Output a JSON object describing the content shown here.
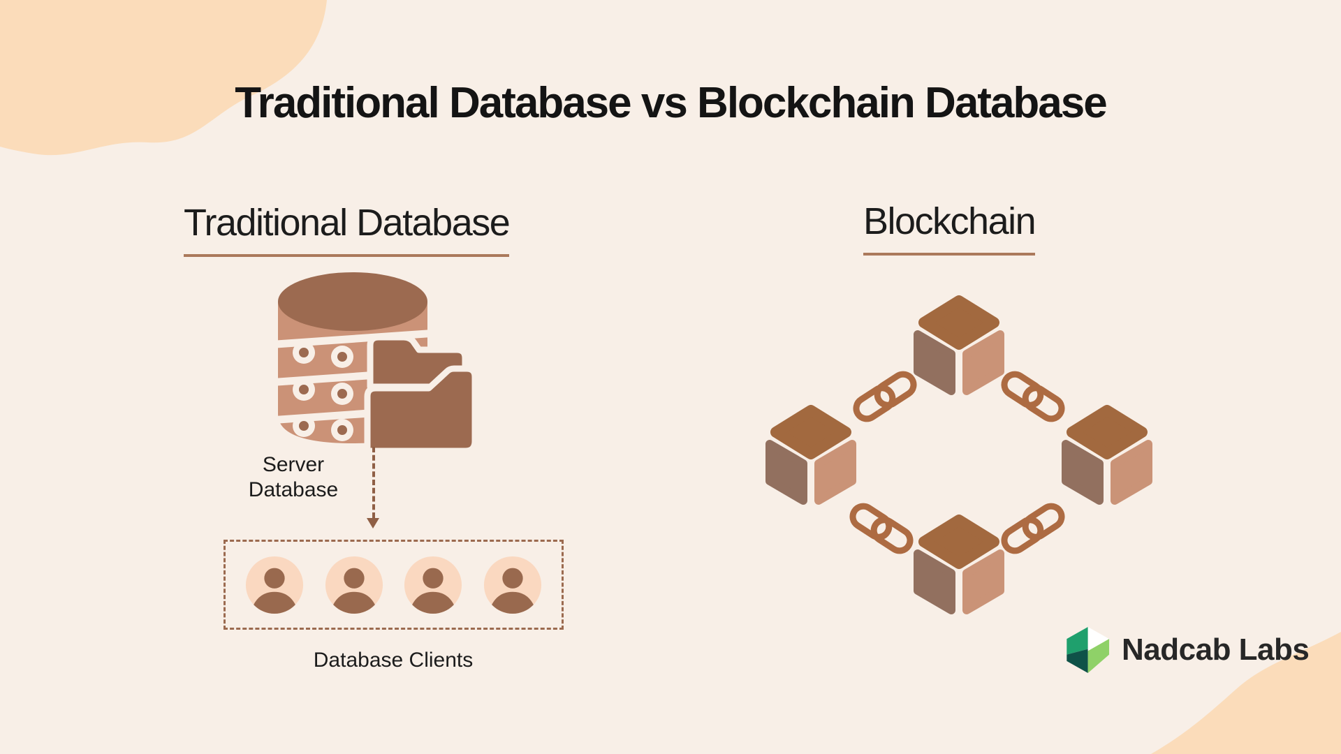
{
  "title": "Traditional Database vs Blockchain Database",
  "left_panel": {
    "heading": "Traditional Database",
    "server_label_lines": [
      "Server",
      "Database"
    ],
    "clients_label": "Database Clients",
    "client_count": 4
  },
  "right_panel": {
    "heading": "Blockchain",
    "node_count": 4,
    "link_count": 4
  },
  "branding": {
    "name": "Nadcab Labs"
  },
  "palette": {
    "background": "#f8efe7",
    "corner_blob": "#fbdcba",
    "text": "#1b1b1b",
    "heading_underline": "#ab795b",
    "dashed_lines": "#8f5f45",
    "database_dark": "#9c6a50",
    "database_light": "#cb9277",
    "folder": "#9c6a50",
    "avatar_background": "#fad8c0",
    "avatar_silhouette": "#99694e",
    "cube_top": "#a2693f",
    "cube_left": "#92705f",
    "cube_right": "#ca9377",
    "chain": "#ad6b42",
    "logo_green": "#1fa06d",
    "logo_dark_teal": "#0f5248",
    "logo_light_green": "#8fd168",
    "logo_white": "#ffffff"
  }
}
